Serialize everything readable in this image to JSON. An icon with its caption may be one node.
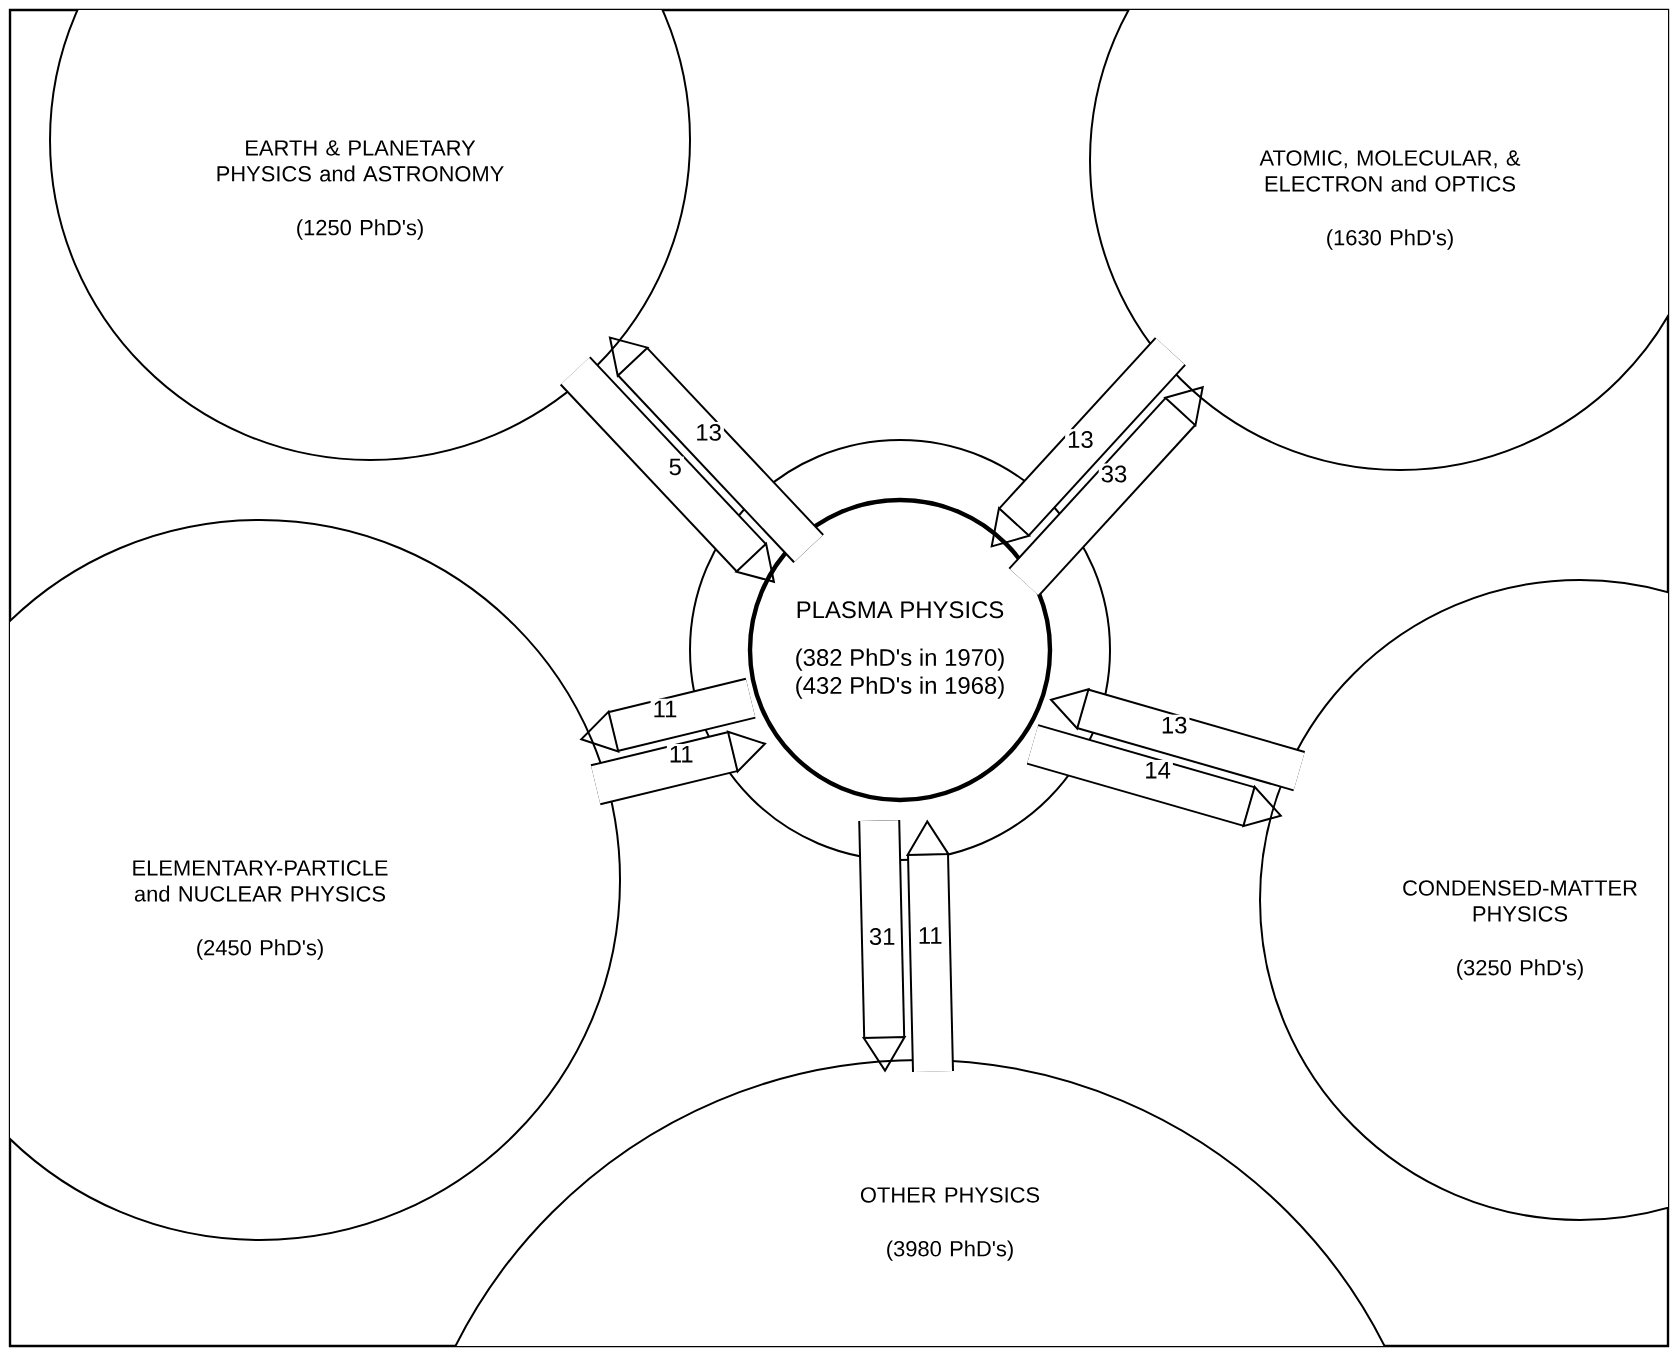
{
  "diagram": {
    "nodes": [
      {
        "text": [
          "EARTH & PLANETARY PHYSICS and ASTRONOMY",
          "(1250 PhD's)"
        ]
      },
      {
        "text": [
          "ATOMIC, MOLECULAR, & ELECTRON and OPTICS",
          "(1630 PhD's)"
        ]
      },
      {
        "text": [
          "PLASMA PHYSICS",
          "(382 PhD's in 1970)",
          "(432 PhD's in 1968)"
        ]
      },
      {
        "text": [
          "ELEMENTARY-PARTICLE and NUCLEAR PHYSICS",
          "(2450 PhD's)"
        ]
      },
      {
        "text": [
          "CONDENSED-MATTER PHYSICS",
          "(3250 PhD's)"
        ]
      },
      {
        "text": [
          "OTHER PHYSICS",
          "(3980 PhD's)"
        ]
      }
    ],
    "edges": [
      {
        "from": 0,
        "to": 2,
        "arrow": "to",
        "label": "5"
      },
      {
        "from": 2,
        "to": 0,
        "arrow": "to",
        "label": "13"
      },
      {
        "from": 1,
        "to": 2,
        "arrow": "to",
        "label": "13"
      },
      {
        "from": 2,
        "to": 1,
        "arrow": "to",
        "label": "33"
      },
      {
        "from": 2,
        "to": 3,
        "arrow": "to",
        "label": "11"
      },
      {
        "from": 3,
        "to": 2,
        "arrow": "to",
        "label": "11"
      },
      {
        "from": 4,
        "to": 2,
        "arrow": "to",
        "label": "13"
      },
      {
        "from": 2,
        "to": 4,
        "arrow": "to",
        "label": "14"
      },
      {
        "from": 2,
        "to": 5,
        "arrow": "to",
        "label": "31"
      },
      {
        "from": 5,
        "to": 2,
        "arrow": "to",
        "label": "11"
      }
    ]
  }
}
